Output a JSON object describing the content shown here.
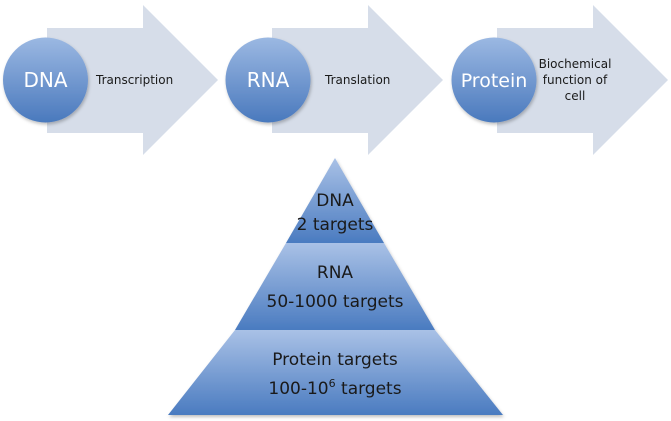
{
  "flow": {
    "steps": [
      {
        "node": "DNA",
        "process": [
          "Transcription"
        ]
      },
      {
        "node": "RNA",
        "process": [
          "Translation"
        ]
      },
      {
        "node": "Protein",
        "process": [
          "Biochemical",
          "function of",
          "cell"
        ]
      }
    ]
  },
  "pyramid": {
    "tiers": [
      {
        "line1": "DNA",
        "line2": "2 targets"
      },
      {
        "line1": "RNA",
        "line2": "50-1000 targets"
      },
      {
        "line1": "Protein targets",
        "line2_base": "100-10",
        "line2_sup": "6",
        "line2_rest": " targets"
      }
    ]
  },
  "colors": {
    "arrow": "#d6dde9",
    "circle_top": "#9bb8e2",
    "circle_bottom": "#4a79bd",
    "tier_top": "#a9c1e6",
    "tier_bottom": "#4a7bc0",
    "node_text": "#ffffff",
    "body_text": "#1a1a1a"
  }
}
